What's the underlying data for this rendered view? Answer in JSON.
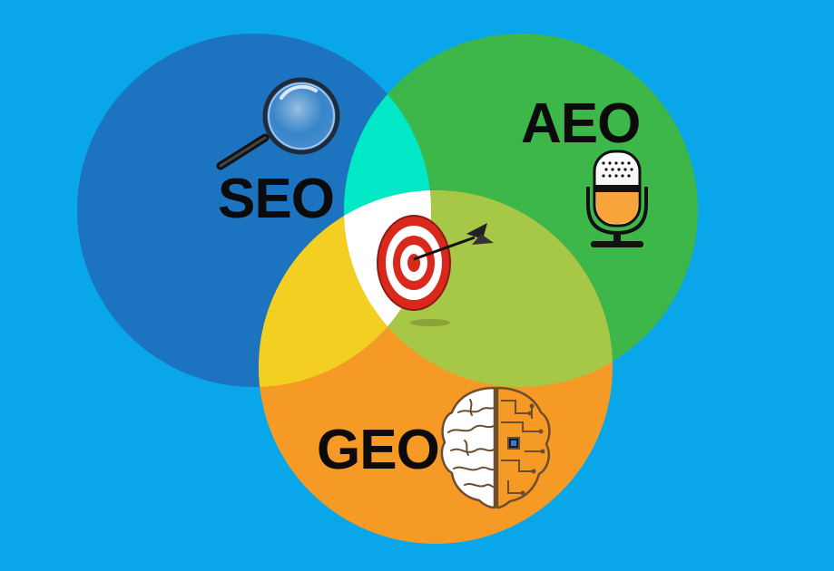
{
  "diagram": {
    "type": "venn",
    "background_color": "#0aa6ea",
    "sets": [
      {
        "id": "seo",
        "label": "SEO",
        "color": "#1c73bf",
        "icon": "magnifying-glass-icon"
      },
      {
        "id": "aeo",
        "label": "AEO",
        "color": "#3db64a",
        "icon": "microphone-icon"
      },
      {
        "id": "geo",
        "label": "GEO",
        "color": "#f59a24",
        "icon": "brain-circuit-icon"
      }
    ],
    "intersections": [
      {
        "sets": [
          "seo",
          "aeo"
        ],
        "color": "#00e8c6"
      },
      {
        "sets": [
          "seo",
          "geo"
        ],
        "color": "#f3cf22"
      },
      {
        "sets": [
          "aeo",
          "geo"
        ],
        "color": "#a7c746"
      },
      {
        "sets": [
          "seo",
          "aeo",
          "geo"
        ],
        "color": "#ffffff",
        "icon": "bullseye-target-icon"
      }
    ]
  }
}
